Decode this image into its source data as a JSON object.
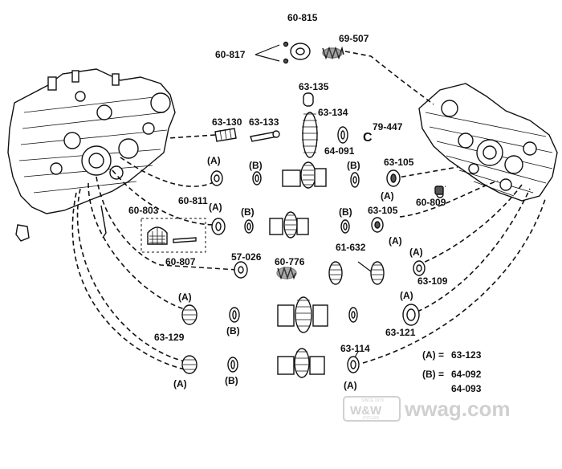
{
  "diagram": {
    "labels": {
      "p60_815": "60-815",
      "p60_817": "60-817",
      "p69_507": "69-507",
      "p63_135": "63-135",
      "p63_134": "63-134",
      "p63_130": "63-130",
      "p63_133": "63-133",
      "p64_091": "64-091",
      "p79_447": "79-447",
      "p_c": "C",
      "p63_105a": "63-105",
      "p63_105b": "63-105",
      "p60_809": "60-809",
      "p60_803": "60-803",
      "p60_811": "60-811",
      "p60_807": "60-807",
      "p57_026": "57-026",
      "p60_776": "60-776",
      "p61_632": "61-632",
      "p63_109": "63-109",
      "p63_129": "63-129",
      "p63_121": "63-121",
      "p63_114": "63-114"
    },
    "markers": {
      "a": "(A)",
      "b": "(B)"
    },
    "legend": {
      "a_key": "(A) =",
      "a_value": "63-123",
      "b_key": "(B) =",
      "b_value1": "64-092",
      "b_value2": "64-093"
    }
  },
  "watermark": {
    "badge": "W&W",
    "badge_top": "SINCE 1979",
    "badge_bottom": "CYCLES",
    "site": "wwag.com"
  },
  "colors": {
    "ink": "#111111",
    "watermark": "#d0d0d0"
  }
}
